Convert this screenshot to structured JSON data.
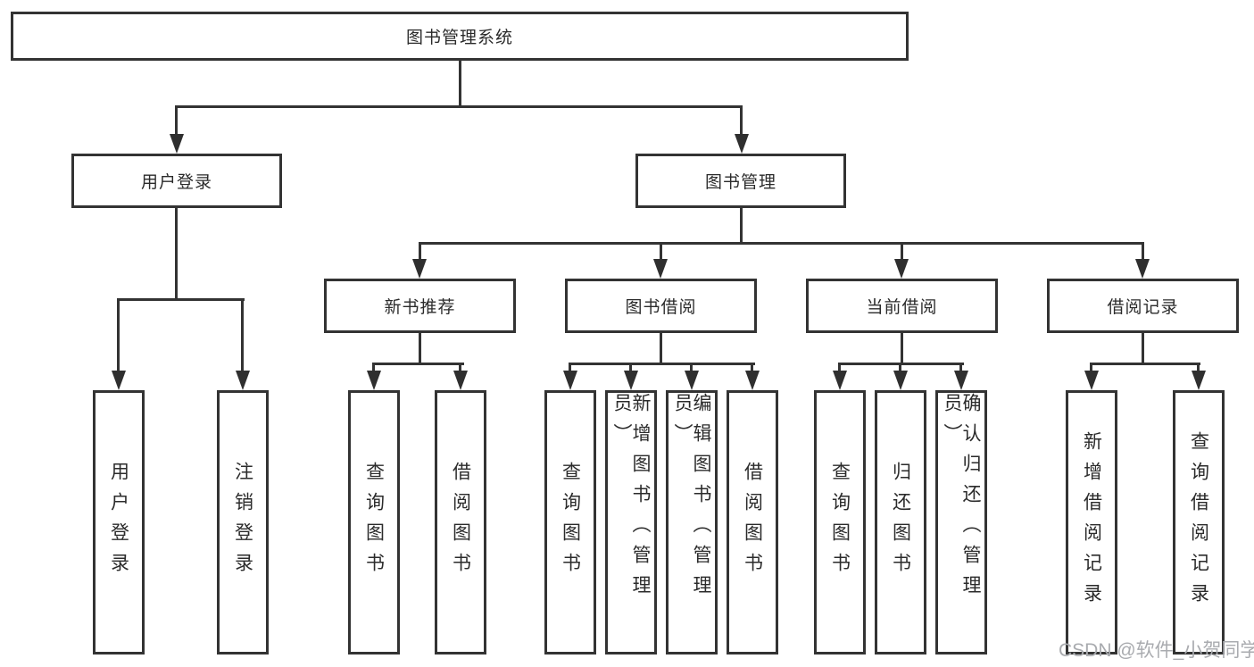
{
  "diagram": {
    "type": "hierarchy-tree",
    "colors": {
      "line": "#333333",
      "box_border": "#333333",
      "box_fill": "#ffffff",
      "text": "#2b2b2b",
      "watermark": "#a9abaf",
      "background": "#ffffff"
    },
    "nodes": {
      "root": {
        "label": "图书管理系统"
      },
      "branches": [
        {
          "label": "用户登录"
        },
        {
          "label": "图书管理"
        }
      ],
      "sections": [
        {
          "label": "新书推荐"
        },
        {
          "label": "图书借阅"
        },
        {
          "label": "当前借阅"
        },
        {
          "label": "借阅记录"
        }
      ],
      "leaves": [
        {
          "label": "用户登录",
          "parent": "用户登录"
        },
        {
          "label": "注销登录",
          "parent": "用户登录"
        },
        {
          "label": "查询图书",
          "parent": "新书推荐"
        },
        {
          "label": "借阅图书",
          "parent": "新书推荐"
        },
        {
          "label": "查询图书",
          "parent": "图书借阅"
        },
        {
          "label": "新增图书（管理员）",
          "parent": "图书借阅"
        },
        {
          "label": "编辑图书（管理员）",
          "parent": "图书借阅"
        },
        {
          "label": "借阅图书",
          "parent": "图书借阅"
        },
        {
          "label": "查询图书",
          "parent": "当前借阅"
        },
        {
          "label": "归还图书",
          "parent": "当前借阅"
        },
        {
          "label": "确认归还（管理员）",
          "parent": "当前借阅"
        },
        {
          "label": "新增借阅记录",
          "parent": "借阅记录"
        },
        {
          "label": "查询借阅记录",
          "parent": "借阅记录"
        }
      ]
    },
    "watermark": "CSDN @软件_小贺同学"
  }
}
